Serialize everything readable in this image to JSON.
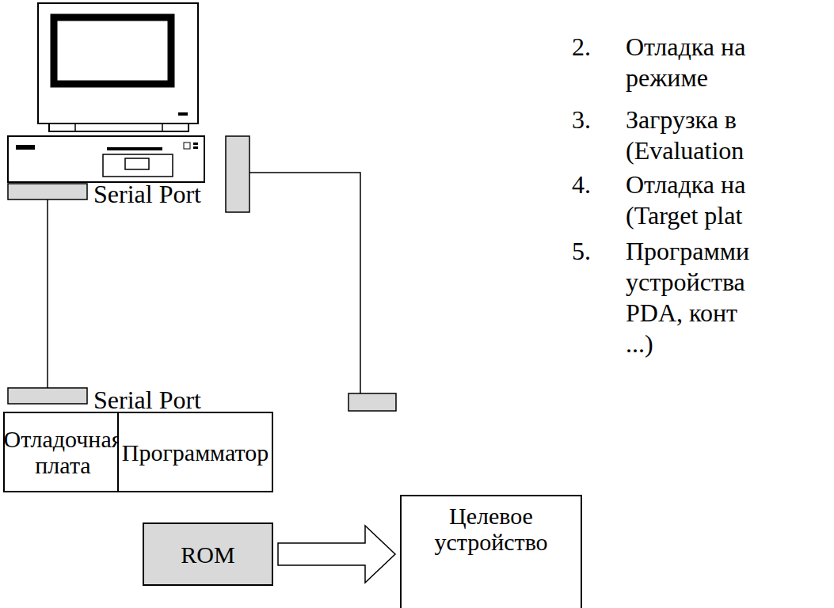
{
  "diagram": {
    "nodes": [
      {
        "text": [
          "Отладочная плата"
        ]
      },
      {
        "text": [
          "Программатор"
        ]
      },
      {
        "text": [
          "ROM"
        ]
      },
      {
        "text": [
          "Целевое устройство"
        ]
      }
    ],
    "edges": [
      {
        "from": 2,
        "to": 3,
        "arrow": "to"
      }
    ],
    "labels": [
      "Serial Port",
      "Serial Port",
      "2.",
      "Отладка на режиме",
      "3.",
      "Загрузка в (Evaluation",
      "4.",
      "Отладка на (Target plat",
      "5.",
      "Программи устройства PDA, конт ...)"
    ]
  }
}
